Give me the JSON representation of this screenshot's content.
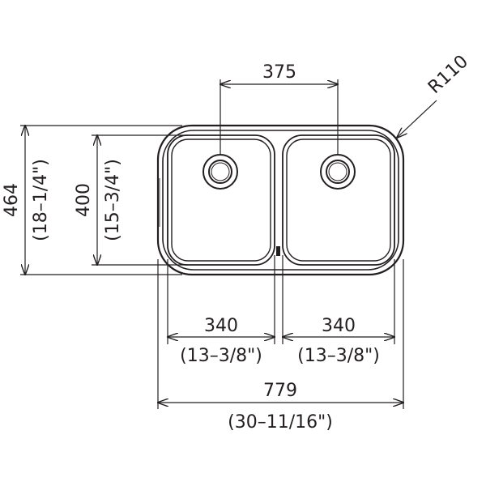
{
  "dimensions": {
    "drain_spacing": "375",
    "corner_radius": "R110",
    "overall_depth_mm": "464",
    "overall_depth_in": "(18–1/4\")",
    "bowl_depth_mm": "400",
    "bowl_depth_in": "(15–3/4\")",
    "left_bowl_width_mm": "340",
    "left_bowl_width_in": "(13–3/8\")",
    "right_bowl_width_mm": "340",
    "right_bowl_width_in": "(13–3/8\")",
    "overall_width_mm": "779",
    "overall_width_in": "(30–11/16\")"
  },
  "colors": {
    "line": "#231f20",
    "background": "#ffffff"
  }
}
